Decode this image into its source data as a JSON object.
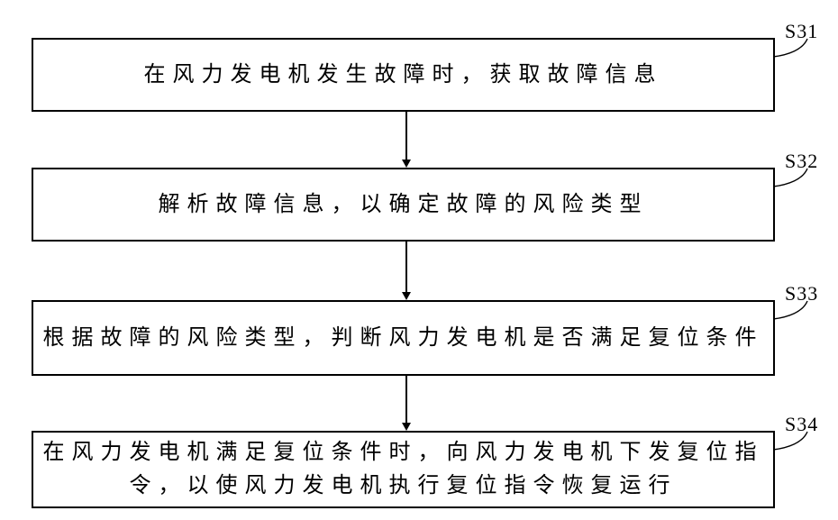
{
  "figure": {
    "type": "flowchart",
    "background_color": "#ffffff",
    "line_color": "#000000",
    "text_color": "#000000"
  },
  "steps": [
    {
      "id": "S31",
      "text": "在风力发电机发生故障时，获取故障信息"
    },
    {
      "id": "S32",
      "text": "解析故障信息，以确定故障的风险类型"
    },
    {
      "id": "S33",
      "text": "根据故障的风险类型，判断风力发电机是否满足复位条件"
    },
    {
      "id": "S34",
      "text": "在风力发电机满足复位条件时，向风力发电机下发复位指令，以使风力发电机执行复位指令恢复运行"
    }
  ]
}
